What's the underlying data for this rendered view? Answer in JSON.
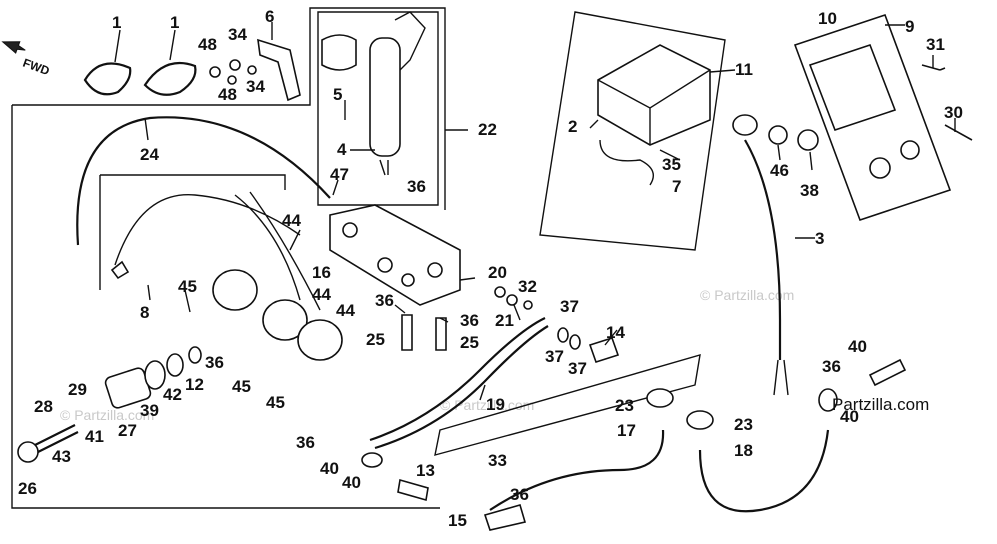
{
  "direction": "FWD",
  "site_label": "Partzilla.com",
  "watermark": "© Partzilla.com",
  "labels": {
    "l1a": "1",
    "l1b": "1",
    "l6": "6",
    "l48a": "48",
    "l48b": "48",
    "l34a": "34",
    "l34b": "34",
    "l5": "5",
    "l4": "4",
    "l22": "22",
    "l36_top": "36",
    "l47": "47",
    "l24": "24",
    "l10": "10",
    "l9": "9",
    "l31": "31",
    "l11": "11",
    "l2": "2",
    "l35": "35",
    "l7": "7",
    "l30": "30",
    "l46": "46",
    "l38": "38",
    "l3": "3",
    "l44a": "44",
    "l16": "16",
    "l44b": "44",
    "l44c": "44",
    "l45a": "45",
    "l8": "8",
    "l36b": "36",
    "l36c": "36",
    "l25a": "25",
    "l25b": "25",
    "l20": "20",
    "l32": "32",
    "l21": "21",
    "l37a": "37",
    "l37b": "37",
    "l37c": "37",
    "l14": "14",
    "l36d": "36",
    "l45b": "45",
    "l45c": "45",
    "l12": "12",
    "l42": "42",
    "l39": "39",
    "l27": "27",
    "l29": "29",
    "l28": "28",
    "l41": "41",
    "l43": "43",
    "l26": "26",
    "l19": "19",
    "l36e": "36",
    "l40a": "40",
    "l40b": "40",
    "l13": "13",
    "l23a": "23",
    "l23b": "23",
    "l17": "17",
    "l18": "18",
    "l33": "33",
    "l36f": "36",
    "l15": "15",
    "l36g": "36",
    "l40c": "40",
    "l40d": "40"
  }
}
